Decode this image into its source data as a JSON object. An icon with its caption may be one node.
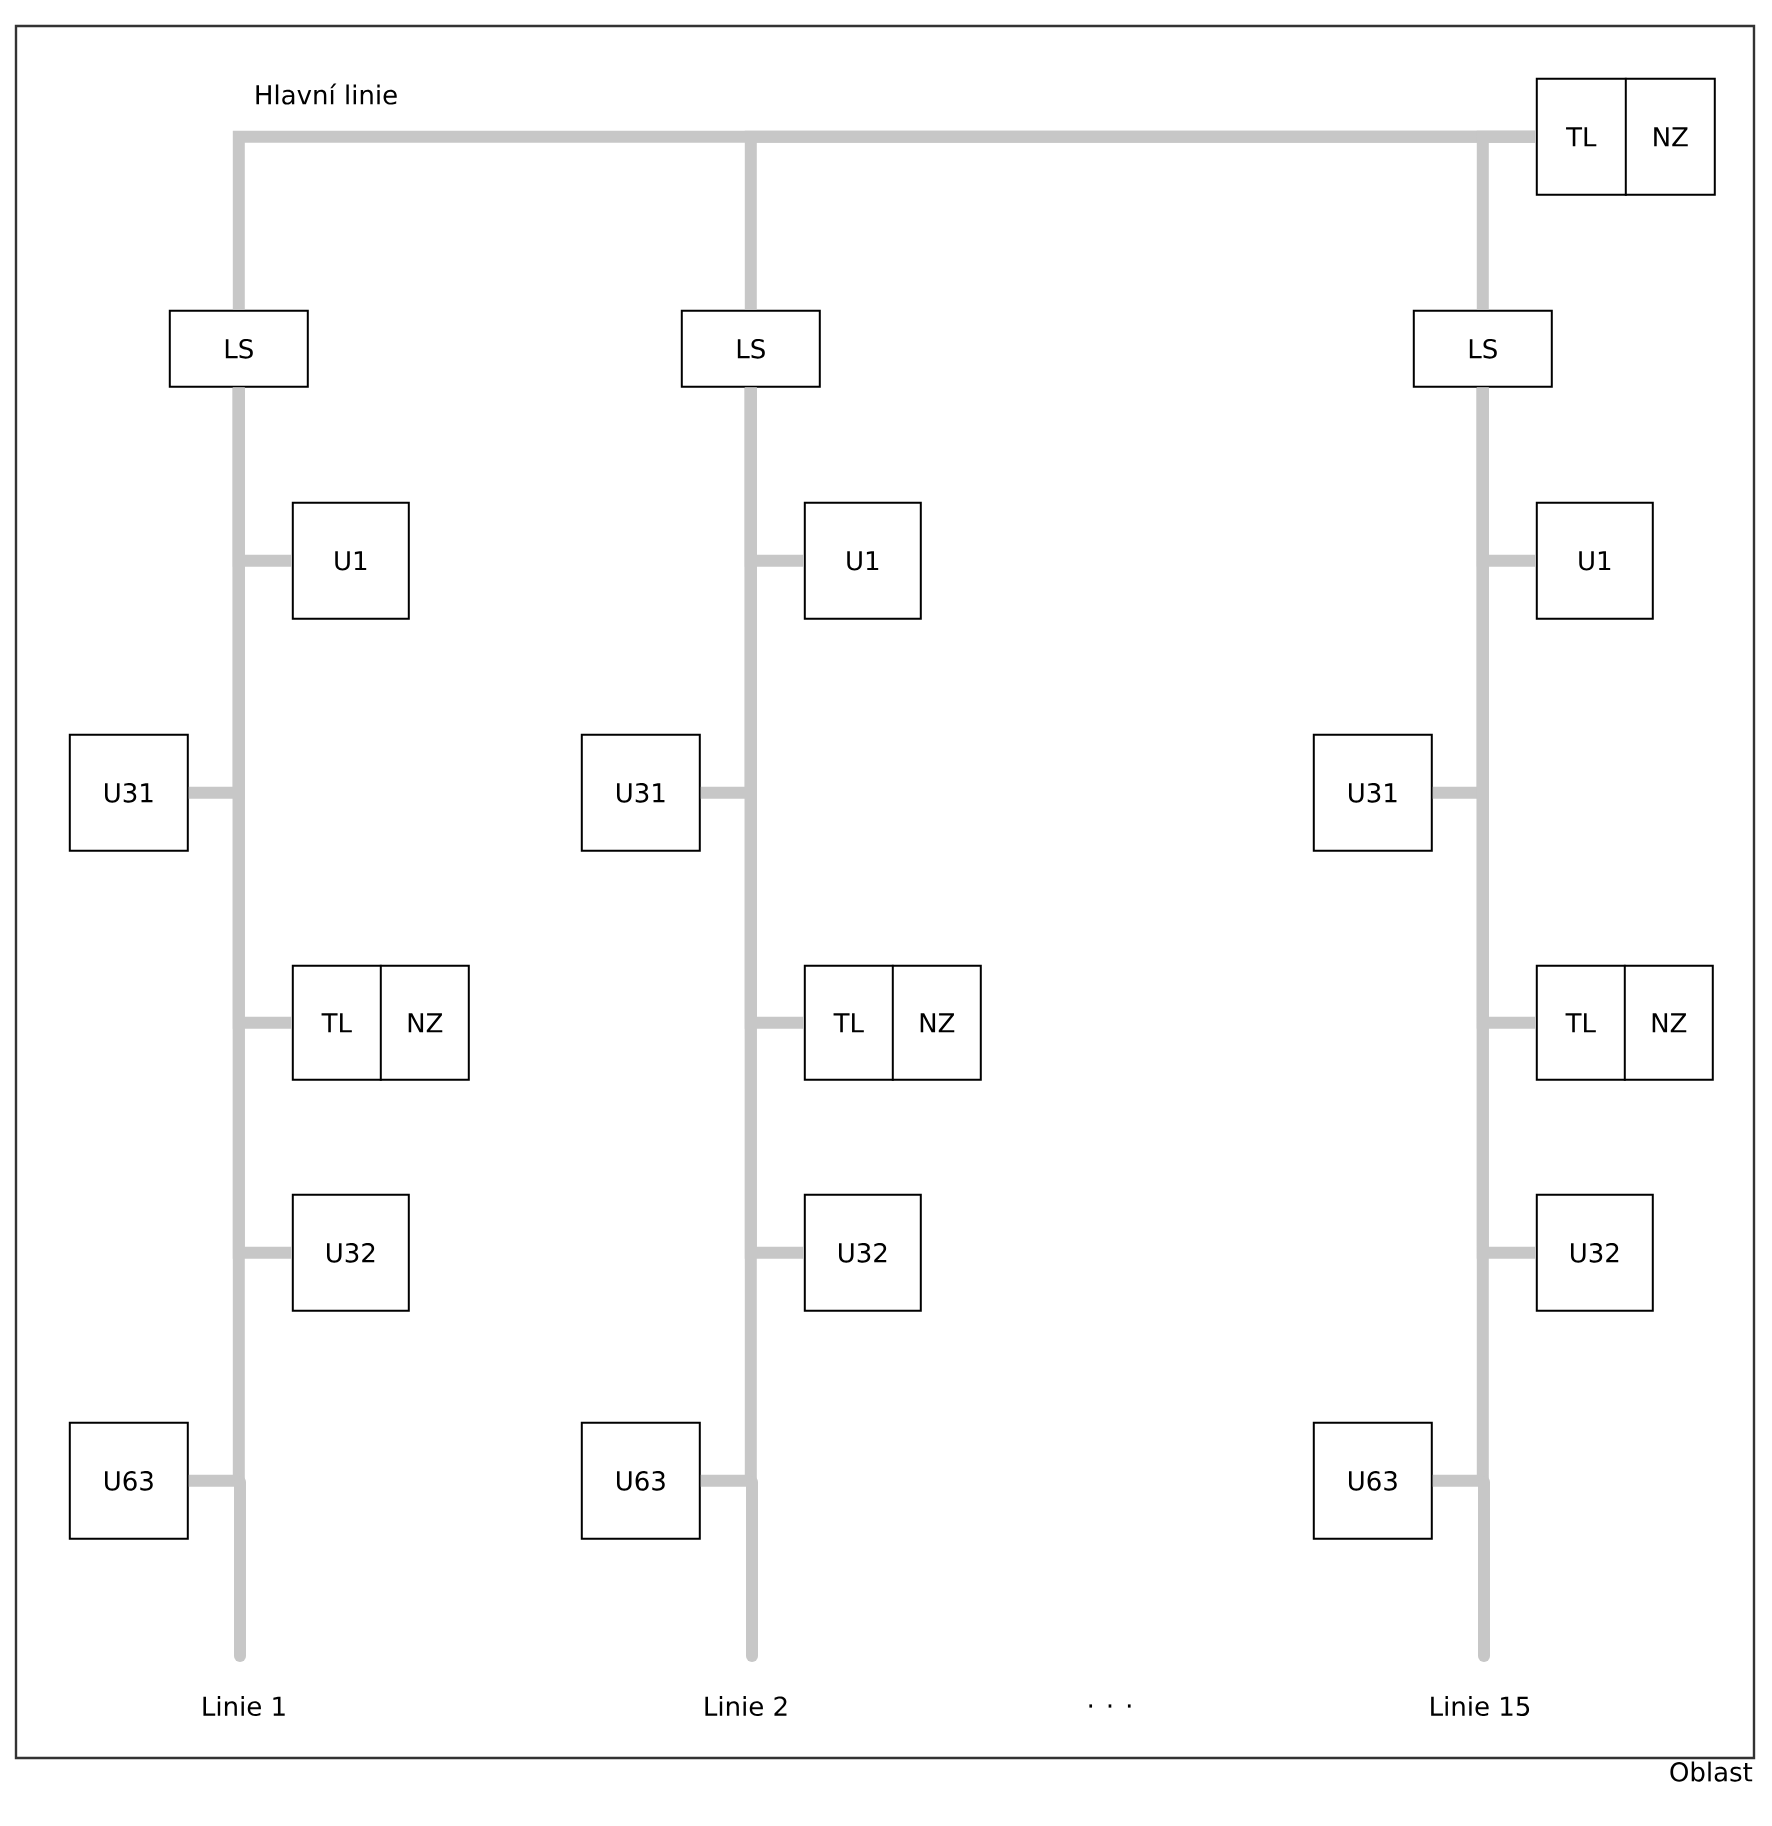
{
  "diagram": {
    "nodes": [
      {
        "text": [
          "Oblast"
        ]
      },
      {
        "text": [
          "TL",
          "NZ"
        ],
        "in": 0
      },
      {
        "text": [
          "LS"
        ],
        "in": 0
      },
      {
        "text": [
          "U1"
        ],
        "in": 0
      },
      {
        "text": [
          "U31"
        ],
        "in": 0
      },
      {
        "text": [
          "TL",
          "NZ"
        ],
        "in": 0
      },
      {
        "text": [
          "U32"
        ],
        "in": 0
      },
      {
        "text": [
          "U63"
        ],
        "in": 0
      },
      {
        "text": [
          "LS"
        ],
        "in": 0
      },
      {
        "text": [
          "U1"
        ],
        "in": 0
      },
      {
        "text": [
          "U31"
        ],
        "in": 0
      },
      {
        "text": [
          "TL",
          "NZ"
        ],
        "in": 0
      },
      {
        "text": [
          "U32"
        ],
        "in": 0
      },
      {
        "text": [
          "U63"
        ],
        "in": 0
      },
      {
        "text": [
          "LS"
        ],
        "in": 0
      },
      {
        "text": [
          "U1"
        ],
        "in": 0
      },
      {
        "text": [
          "U31"
        ],
        "in": 0
      },
      {
        "text": [
          "TL",
          "NZ"
        ],
        "in": 0
      },
      {
        "text": [
          "U32"
        ],
        "in": 0
      },
      {
        "text": [
          "U63"
        ],
        "in": 0
      }
    ],
    "edges": [
      {
        "from": 1,
        "to": 2,
        "arrow": "none"
      },
      {
        "from": 1,
        "to": 8,
        "arrow": "none"
      },
      {
        "from": 1,
        "to": 14,
        "arrow": "none"
      },
      {
        "from": 2,
        "to": 3,
        "arrow": "none"
      },
      {
        "from": 2,
        "to": 4,
        "arrow": "none"
      },
      {
        "from": 2,
        "to": 5,
        "arrow": "none"
      },
      {
        "from": 2,
        "to": 6,
        "arrow": "none"
      },
      {
        "from": 2,
        "to": 7,
        "arrow": "none"
      },
      {
        "from": 8,
        "to": 9,
        "arrow": "none"
      },
      {
        "from": 8,
        "to": 10,
        "arrow": "none"
      },
      {
        "from": 8,
        "to": 11,
        "arrow": "none"
      },
      {
        "from": 8,
        "to": 12,
        "arrow": "none"
      },
      {
        "from": 8,
        "to": 13,
        "arrow": "none"
      },
      {
        "from": 14,
        "to": 15,
        "arrow": "none"
      },
      {
        "from": 14,
        "to": 16,
        "arrow": "none"
      },
      {
        "from": 14,
        "to": 17,
        "arrow": "none"
      },
      {
        "from": 14,
        "to": 18,
        "arrow": "none"
      },
      {
        "from": 14,
        "to": 19,
        "arrow": "none"
      }
    ],
    "labels": [
      "Hlavní linie",
      "Linie 1",
      "Linie 2",
      ". . .",
      "Linie 15"
    ]
  }
}
